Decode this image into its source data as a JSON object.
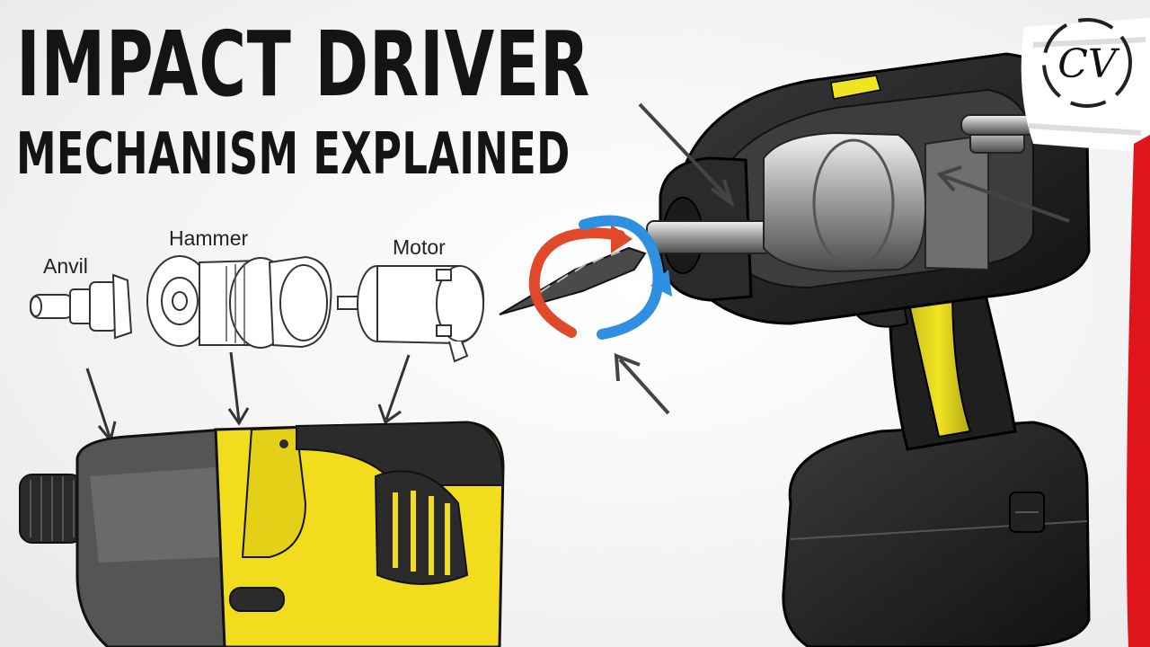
{
  "title": {
    "line1": "IMPACT DRIVER",
    "line2": "MECHANISM EXPLAINED"
  },
  "parts": {
    "anvil": "Anvil",
    "hammer": "Hammer",
    "motor": "Motor"
  },
  "logo": {
    "text": "CV",
    "icon": "cv-channel-logo"
  },
  "colors": {
    "brand_yellow": "#f1dd1e",
    "tool_dark": "#2b2b2b",
    "rotation_red": "#e2482a",
    "rotation_blue": "#2f8fe0",
    "accent_red": "#e0141b"
  }
}
